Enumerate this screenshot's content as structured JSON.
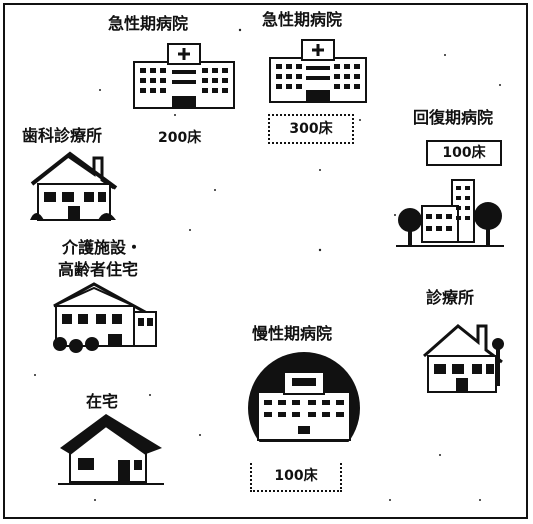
{
  "labels": {
    "acute_hospital_left": "急性期病院",
    "acute_hospital_right": "急性期病院",
    "dental_clinic": "歯科診療所",
    "acute_left_beds": "200床",
    "acute_right_beds": "300床",
    "recovery_hospital": "回復期病院",
    "recovery_beds": "100床",
    "care_facility_line1": "介護施設・",
    "care_facility_line2": "高齢者住宅",
    "clinic": "診療所",
    "chronic_hospital": "慢性期病院",
    "chronic_beds": "100床",
    "home": "在宅"
  },
  "icons": [
    "hospital-icon",
    "hospital-icon",
    "house-icon",
    "hospital-with-trees-icon",
    "care-facility-icon",
    "clinic-house-icon",
    "chronic-hospital-icon",
    "home-house-icon"
  ]
}
